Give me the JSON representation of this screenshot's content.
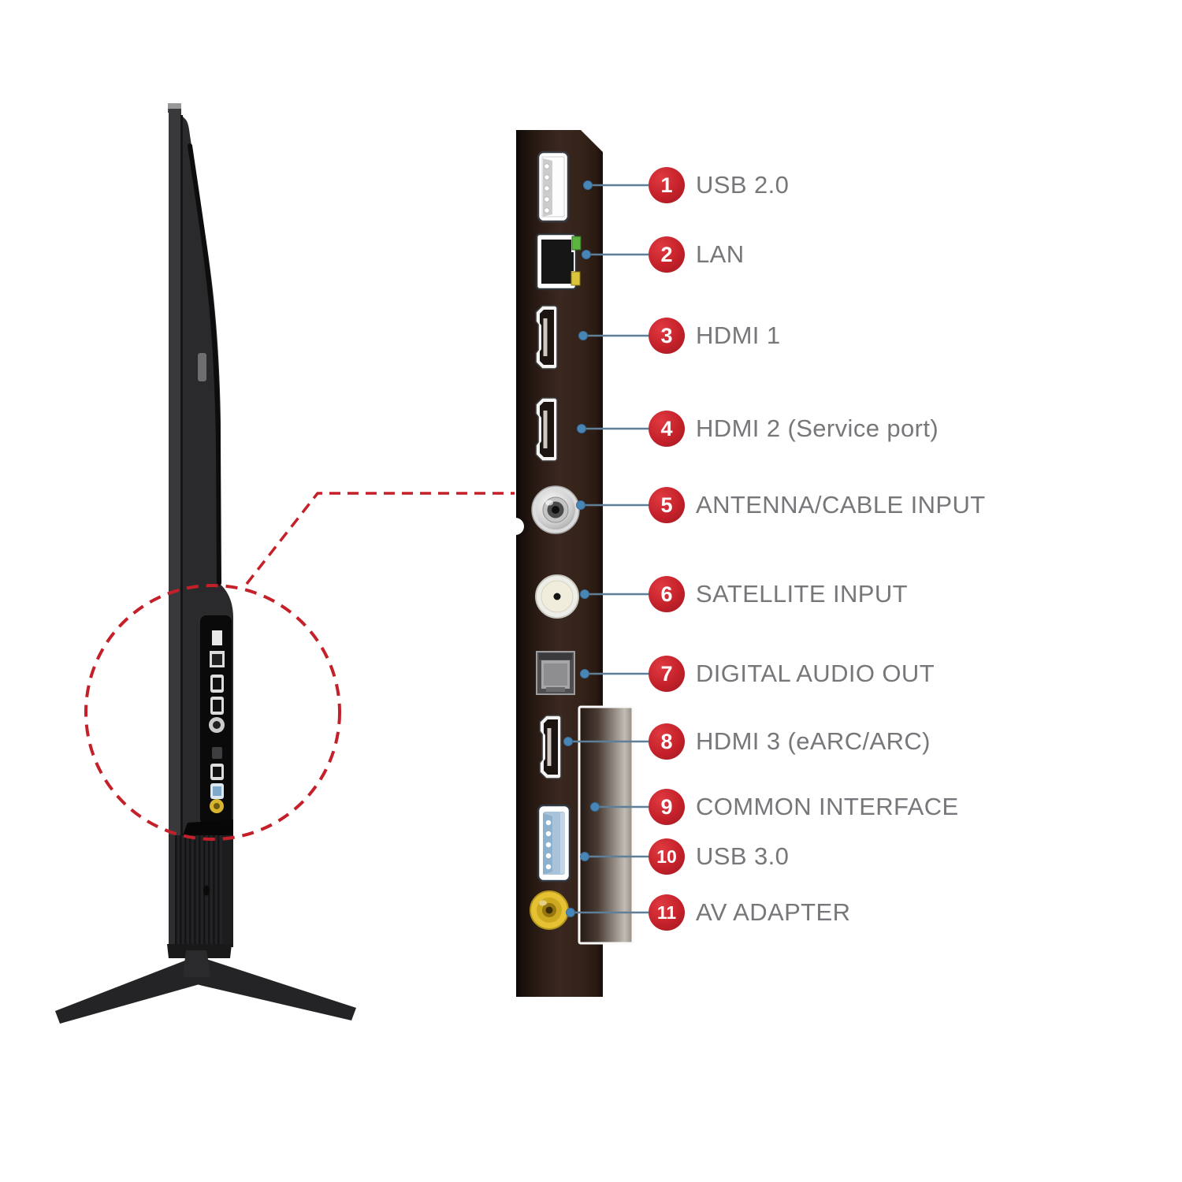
{
  "figure": {
    "kind": "tv-side-connectivity-diagram",
    "description": "Side view of a TV with a dashed zoom circle around its port area, connected to an enlarged I/O panel with numbered port callouts"
  },
  "colors": {
    "badge_red": "#c4212a",
    "label_gray": "#76777a",
    "leader_line": "#5f7f98",
    "leader_dot": "#4886b5",
    "dashed_red": "#c5202a",
    "panel_brown": "#3a2820",
    "usb3_blue": "#a9c4da",
    "av_yellow": "#e6c133",
    "lan_led_green": "#5cb340",
    "lan_led_yellow": "#d9c43c"
  },
  "callouts": [
    {
      "num": "1",
      "label": "USB 2.0"
    },
    {
      "num": "2",
      "label": "LAN"
    },
    {
      "num": "3",
      "label": "HDMI 1"
    },
    {
      "num": "4",
      "label": "HDMI 2 (Service port)"
    },
    {
      "num": "5",
      "label": "ANTENNA/CABLE INPUT"
    },
    {
      "num": "6",
      "label": "SATELLITE INPUT"
    },
    {
      "num": "7",
      "label": "DIGITAL AUDIO OUT"
    },
    {
      "num": "8",
      "label": "HDMI 3 (eARC/ARC)"
    },
    {
      "num": "9",
      "label": "COMMON INTERFACE"
    },
    {
      "num": "10",
      "label": "USB 3.0"
    },
    {
      "num": "11",
      "label": "AV ADAPTER"
    }
  ],
  "icons": {
    "ports": [
      "usb-2.0-port-icon",
      "lan-port-icon",
      "hdmi-1-port-icon",
      "hdmi-2-port-icon",
      "antenna-cable-port-icon",
      "satellite-port-icon",
      "digital-audio-out-port-icon",
      "hdmi-3-port-icon",
      "common-interface-slot-icon",
      "usb-3.0-port-icon",
      "av-adapter-port-icon"
    ],
    "other": [
      "tv-side-silhouette",
      "tv-stand",
      "zoom-highlight-circle",
      "zoom-leader-dashed-line"
    ]
  }
}
